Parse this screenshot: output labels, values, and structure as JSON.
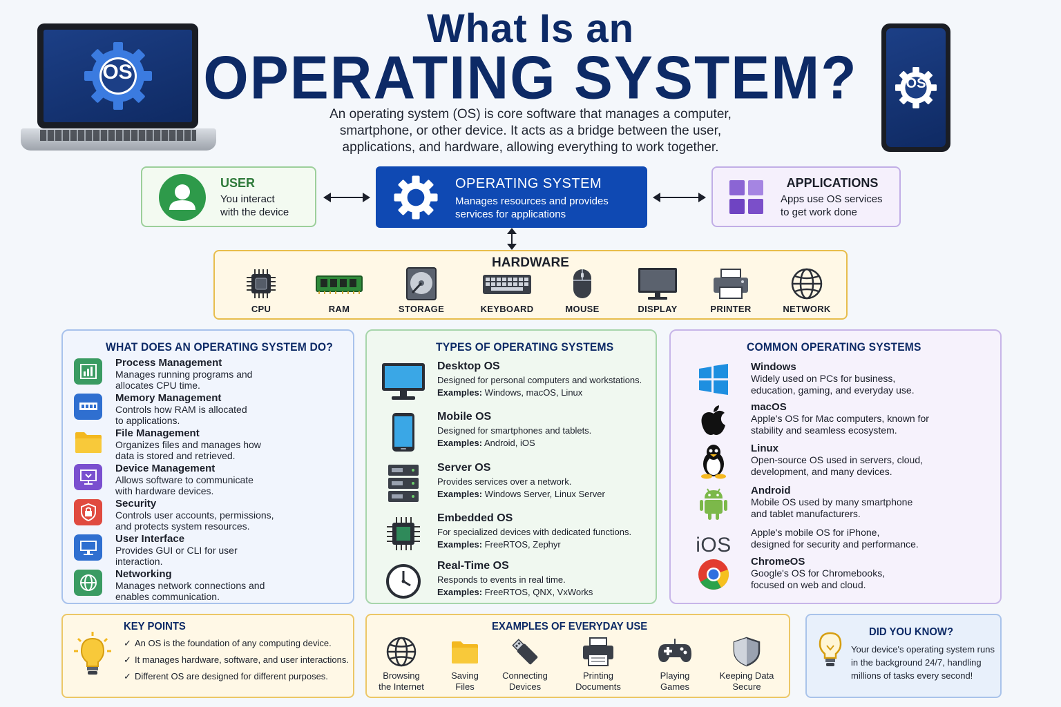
{
  "header": {
    "title_line1": "What Is an",
    "title_line2": "OPERATING SYSTEM?",
    "intro_lines": [
      "An operating system (OS) is core software that manages a computer,",
      "smartphone, or other device. It acts as a bridge between the user,",
      "applications, and hardware, allowing everything to work together."
    ],
    "device_badge": "OS"
  },
  "flow": {
    "user": {
      "title": "USER",
      "lines": [
        "You interact",
        "with the device"
      ]
    },
    "os": {
      "title": "OPERATING SYSTEM",
      "lines": [
        "Manages resources and provides",
        "services for applications"
      ]
    },
    "apps": {
      "title": "APPLICATIONS",
      "lines": [
        "Apps use OS services",
        "to get work done"
      ]
    }
  },
  "hardware": {
    "title": "HARDWARE",
    "items": [
      "CPU",
      "RAM",
      "STORAGE",
      "KEYBOARD",
      "MOUSE",
      "DISPLAY",
      "PRINTER",
      "NETWORK"
    ]
  },
  "what_does": {
    "title": "WHAT DOES AN OPERATING SYSTEM DO?",
    "items": [
      {
        "h": "Process Management",
        "d": [
          "Manages running programs and",
          "allocates CPU time."
        ],
        "icon": "chart-icon",
        "color": "#3a9b62"
      },
      {
        "h": "Memory Management",
        "d": [
          "Controls how RAM is allocated",
          "to applications."
        ],
        "icon": "memory-icon",
        "color": "#2f6fd0"
      },
      {
        "h": "File Management",
        "d": [
          "Organizes files and manages how",
          "data is stored and retrieved."
        ],
        "icon": "folder-icon",
        "color": "#f3b820"
      },
      {
        "h": "Device Management",
        "d": [
          "Allows software to communicate",
          "with hardware devices."
        ],
        "icon": "device-icon",
        "color": "#7a4fcf"
      },
      {
        "h": "Security",
        "d": [
          "Controls user accounts, permissions,",
          "and protects system resources."
        ],
        "icon": "lock-icon",
        "color": "#e04a3f"
      },
      {
        "h": "User Interface",
        "d": [
          "Provides GUI or CLI for user",
          "interaction."
        ],
        "icon": "monitor-icon",
        "color": "#2f6fd0"
      },
      {
        "h": "Networking",
        "d": [
          "Manages network connections and",
          "enables communication."
        ],
        "icon": "globe-icon",
        "color": "#3a9b62"
      }
    ]
  },
  "types": {
    "title": "TYPES OF OPERATING SYSTEMS",
    "examples_label": "Examples:",
    "items": [
      {
        "h": "Desktop OS",
        "d": "Designed for personal computers and workstations.",
        "e": "Windows, macOS, Linux"
      },
      {
        "h": "Mobile OS",
        "d": "Designed for smartphones and tablets.",
        "e": "Android, iOS"
      },
      {
        "h": "Server OS",
        "d": "Provides services over a network.",
        "e": "Windows Server, Linux Server"
      },
      {
        "h": "Embedded OS",
        "d": "For specialized devices with dedicated functions.",
        "e": "FreeRTOS, Zephyr"
      },
      {
        "h": "Real-Time OS",
        "d": "Responds to events in real time.",
        "e": "FreeRTOS, QNX, VxWorks"
      }
    ]
  },
  "common": {
    "title": "COMMON OPERATING SYSTEMS",
    "ios_logo": "iOS",
    "items": [
      {
        "h": "Windows",
        "d": [
          "Widely used on PCs for business,",
          "education, gaming, and everyday use."
        ]
      },
      {
        "h": "macOS",
        "d": [
          "Apple's OS for Mac computers, known for",
          "stability and seamless ecosystem."
        ]
      },
      {
        "h": "Linux",
        "d": [
          "Open-source OS used in servers, cloud,",
          "development, and many devices."
        ]
      },
      {
        "h": "Android",
        "d": [
          "Mobile OS used by many smartphone",
          "and tablet manufacturers."
        ]
      },
      {
        "h": "",
        "d": [
          "Apple's mobile OS for iPhone,",
          "designed for security and performance."
        ]
      },
      {
        "h": "ChromeOS",
        "d": [
          "Google's OS for Chromebooks,",
          "focused on web and cloud."
        ]
      }
    ]
  },
  "key_points": {
    "title": "KEY POINTS",
    "items": [
      "An OS is the foundation of any computing device.",
      "It manages hardware, software, and user interactions.",
      "Different OS are designed for different purposes."
    ]
  },
  "everyday": {
    "title": "EXAMPLES OF EVERYDAY USE",
    "items": [
      [
        "Browsing",
        "the Internet"
      ],
      [
        "Saving",
        "Files"
      ],
      [
        "Connecting",
        "Devices"
      ],
      [
        "Printing",
        "Documents"
      ],
      [
        "Playing",
        "Games"
      ],
      [
        "Keeping Data",
        "Secure"
      ]
    ]
  },
  "did_you_know": {
    "title": "DID YOU KNOW?",
    "lines": [
      "Your device's operating system runs",
      "in the background 24/7, handling",
      "millions of tasks every second!"
    ]
  },
  "colors": {
    "navy": "#0d2a66",
    "os_blue": "#0f49b3",
    "user_green": "#2e9a4a",
    "apps_purple": "#7b4fc9"
  }
}
